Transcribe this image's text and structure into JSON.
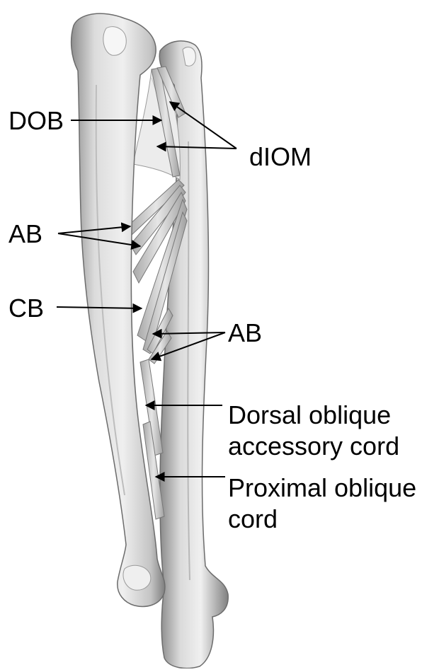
{
  "labels": {
    "dob": "DOB",
    "diom": "dIOM",
    "ab_upper": "AB",
    "cb": "CB",
    "ab_lower": "AB",
    "dorsal_line1": "Dorsal oblique",
    "dorsal_line2": "accessory cord",
    "proximal_line1": "Proximal oblique",
    "proximal_line2": "cord"
  },
  "colors": {
    "bone": "#e4e4e4",
    "bone_shadow": "#9a9a9a",
    "ligament": "#d2d2d2",
    "membrane": "#ececec",
    "arrow": "#000000"
  }
}
